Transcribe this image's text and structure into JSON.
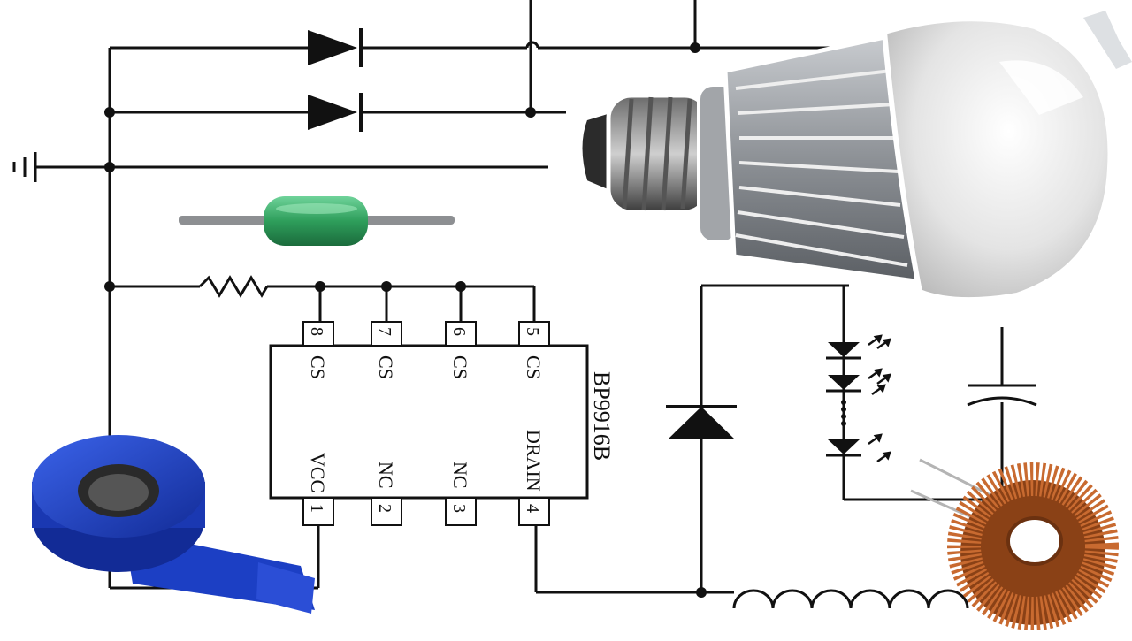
{
  "ic": {
    "part_number": "BP9916B",
    "top_pins": [
      {
        "number": "8",
        "label": "CS"
      },
      {
        "number": "7",
        "label": "CS"
      },
      {
        "number": "6",
        "label": "CS"
      },
      {
        "number": "5",
        "label": "CS"
      }
    ],
    "bottom_pins": [
      {
        "number": "1",
        "label": "VCC"
      },
      {
        "number": "2",
        "label": "NC"
      },
      {
        "number": "3",
        "label": "NC"
      },
      {
        "number": "4",
        "label": "DRAIN"
      }
    ]
  },
  "colors": {
    "wire": "#111111",
    "resistor_body": "#2e9e5b",
    "tape": "#1c3fc4",
    "copper": "#b5602a",
    "bulb_glass": "#ececec",
    "heatsink": "#9a9ea3"
  },
  "photos": [
    "led-bulb",
    "green-resistor",
    "blue-insulation-tape",
    "copper-toroid-inductor"
  ]
}
